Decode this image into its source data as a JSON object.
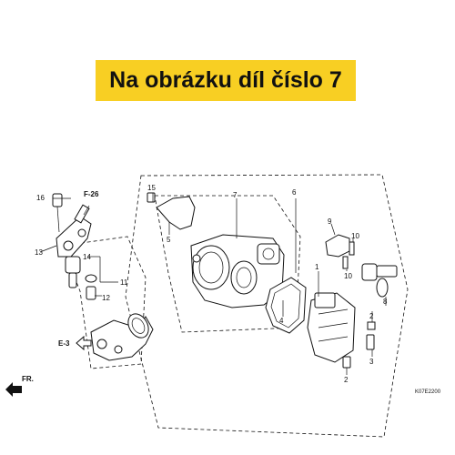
{
  "banner": {
    "text": "Na obrázku díl číslo 7",
    "color": "#f8cf23"
  },
  "refs": {
    "f26": "F-26",
    "e3": "E-3",
    "fr": "FR."
  },
  "callouts": {
    "c1": "1",
    "c2a": "2",
    "c2b": "2",
    "c3": "3",
    "c4": "4",
    "c5": "5",
    "c6": "6",
    "c7": "7",
    "c8": "8",
    "c9": "9",
    "c10a": "10",
    "c10b": "10",
    "c11": "11",
    "c12": "12",
    "c13": "13",
    "c14": "14",
    "c15": "15",
    "c16": "16"
  },
  "diagram_code": "K07E2200",
  "icons": [
    "arrow-left-icon",
    "front-direction-arrow-icon"
  ]
}
